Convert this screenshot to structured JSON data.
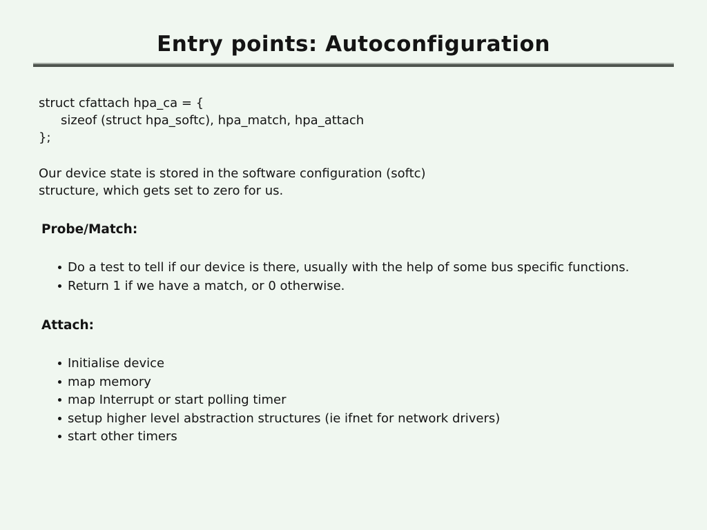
{
  "slide": {
    "title": "Entry points: Autoconfiguration",
    "code_lines": [
      "struct cfattach hpa_ca = {",
      "sizeof (struct hpa_softc), hpa_match, hpa_attach",
      "};"
    ],
    "paragraph_lines": [
      "Our device state is stored in the software configuration (softc)",
      "structure, which gets set to zero for us."
    ],
    "sections": [
      {
        "heading": "Probe/Match:",
        "bullets": [
          "Do a test to tell if our device is there, usually with the help of some bus specific functions.",
          "Return 1 if we have a match, or 0 otherwise."
        ]
      },
      {
        "heading": "Attach:",
        "bullets": [
          "Initialise device",
          "map memory",
          "map Interrupt or start polling timer",
          "setup higher level abstraction structures (ie ifnet for network drivers)",
          "start other timers"
        ]
      }
    ]
  },
  "colors": {
    "background": "#f0f7f0",
    "text": "#141414",
    "rule_top": "#a6ada6",
    "rule_main": "#4e544e"
  }
}
